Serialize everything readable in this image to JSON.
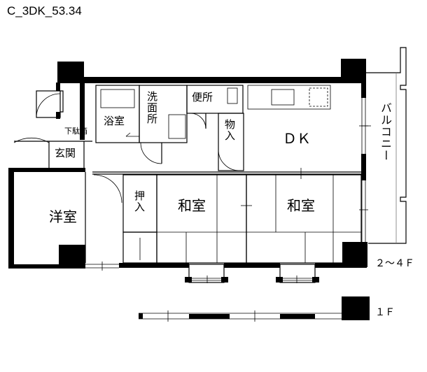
{
  "title": "C_3DK_53.34",
  "rooms": {
    "yokushitsu": "浴室",
    "senmenjo": "洗面所",
    "benjo": "便所",
    "oshiire_small": "物入",
    "dk": "ＤＫ",
    "balcony": "バルコニー",
    "getabako": "下駄箱",
    "genkan": "玄関",
    "yoshitsu": "洋室",
    "oshiire": "押入",
    "washitsu_1": "和室",
    "washitsu_2": "和室"
  },
  "floors": {
    "upper": "２～４Ｆ",
    "ground": "１Ｆ"
  }
}
